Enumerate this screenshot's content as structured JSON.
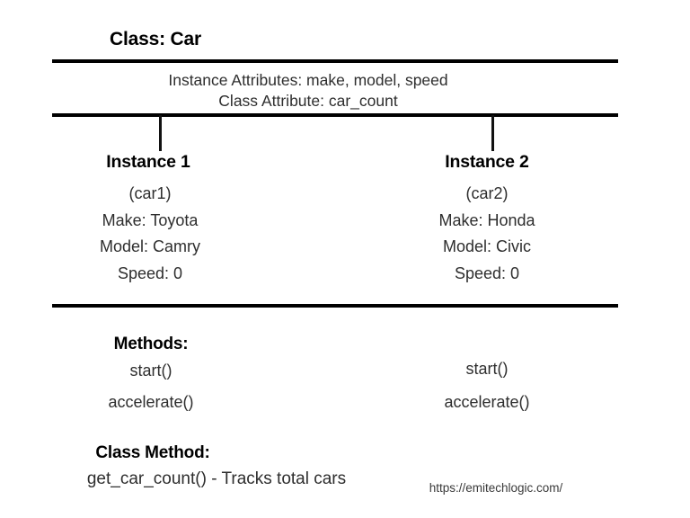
{
  "diagram": {
    "title": "Class: Car",
    "class_box": {
      "attributes": [
        "Instance Attributes: make, model, speed",
        "Class Attribute: car_count"
      ]
    },
    "instances": [
      {
        "heading": "Instance 1",
        "alias": "(car1)",
        "make": "Make: Toyota",
        "model": "Model: Camry",
        "speed": "Speed: 0",
        "methods": [
          "start()",
          "accelerate()"
        ]
      },
      {
        "heading": "Instance 2",
        "alias": "(car2)",
        "make": "Make: Honda",
        "model": "Model: Civic",
        "speed": "Speed: 0",
        "methods": [
          "start()",
          "accelerate()"
        ]
      }
    ],
    "methods_section": {
      "heading": "Methods:"
    },
    "class_method_section": {
      "heading": "Class Method:",
      "line": "get_car_count() - Tracks total cars"
    },
    "watermark": "https://emitechlogic.com/",
    "colors": {
      "background": "#ffffff",
      "rule": "#000000",
      "heading_text": "#000000",
      "body_text": "#2e2e2e",
      "watermark_text": "#3a3a3a"
    }
  }
}
